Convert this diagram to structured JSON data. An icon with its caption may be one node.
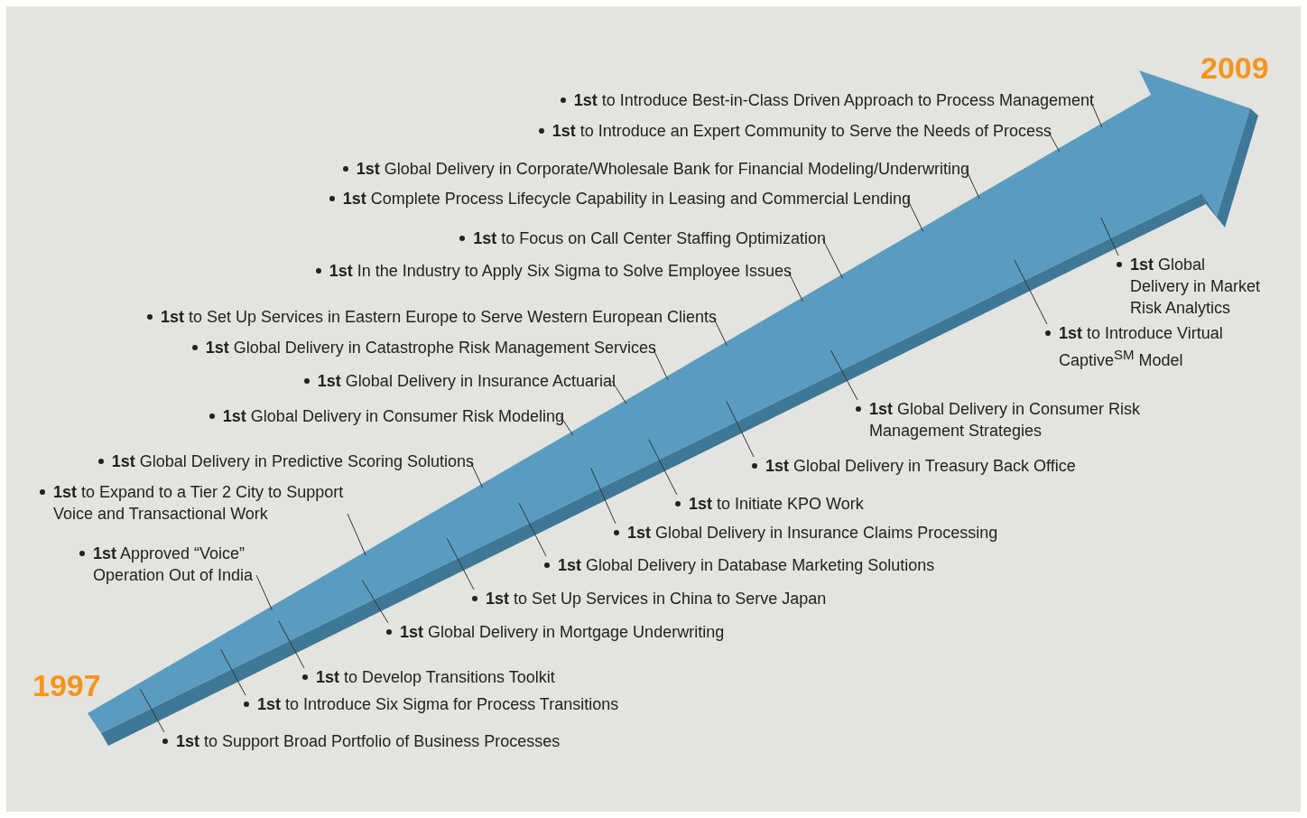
{
  "diagram": {
    "nodes": [
      {
        "text": [
          "**1st** to Introduce Best-in-Class Driven Approach to Process Management"
        ]
      },
      {
        "text": [
          "**1st** to Introduce an Expert Community to Serve the Needs of Process"
        ]
      },
      {
        "text": [
          "**1st** Global Delivery in Corporate/Wholesale Bank for Financial Modeling/Underwriting"
        ]
      },
      {
        "text": [
          "**1st** Complete Process Lifecycle Capability in Leasing and Commercial Lending"
        ]
      },
      {
        "text": [
          "**1st** to Focus on Call Center Staffing Optimization"
        ]
      },
      {
        "text": [
          "**1st** In the Industry to Apply Six Sigma to Solve Employee Issues"
        ]
      },
      {
        "text": [
          "**1st** to Set Up Services in Eastern Europe to Serve Western European Clients"
        ]
      },
      {
        "text": [
          "**1st** Global Delivery in Catastrophe Risk Management Services"
        ]
      },
      {
        "text": [
          "**1st** Global Delivery in Insurance Actuarial"
        ]
      },
      {
        "text": [
          "**1st** Global Delivery in Consumer Risk Modeling"
        ]
      },
      {
        "text": [
          "**1st** Global Delivery in Predictive Scoring Solutions"
        ]
      },
      {
        "text": [
          "**1st** to Expand to a Tier 2 City to Support Voice and Transactional Work"
        ]
      },
      {
        "text": [
          "**1st** Approved “Voice” Operation Out of India"
        ]
      },
      {
        "text": [
          "**1st** Global Delivery in Market Risk Analytics"
        ]
      },
      {
        "text": [
          "**1st** to Introduce Virtual Captive$^{SM}$ Model"
        ]
      },
      {
        "text": [
          "**1st** Global Delivery in Consumer Risk Management Strategies"
        ]
      },
      {
        "text": [
          "**1st** Global Delivery in Treasury Back Office"
        ]
      },
      {
        "text": [
          "**1st** to Initiate KPO Work"
        ]
      },
      {
        "text": [
          "**1st** Global Delivery in Insurance Claims Processing"
        ]
      },
      {
        "text": [
          "**1st** Global Delivery in Database Marketing Solutions"
        ]
      },
      {
        "text": [
          "**1st** to Set Up Services in China to Serve Japan"
        ]
      },
      {
        "text": [
          "**1st** Global Delivery in Mortgage Underwriting"
        ]
      },
      {
        "text": [
          "**1st** to Develop Transitions Toolkit"
        ]
      },
      {
        "text": [
          "**1st** to Introduce Six Sigma for Process Transitions"
        ]
      },
      {
        "text": [
          "**1st** to Support Broad Portfolio of Business Processes"
        ]
      },
      {
        "text": [],
        "shape": "arrow"
      }
    ],
    "edges": [
      {
        "from": 0,
        "to": 25,
        "arrow": "none"
      },
      {
        "from": 1,
        "to": 25,
        "arrow": "none"
      },
      {
        "from": 2,
        "to": 25,
        "arrow": "none"
      },
      {
        "from": 3,
        "to": 25,
        "arrow": "none"
      },
      {
        "from": 4,
        "to": 25,
        "arrow": "none"
      },
      {
        "from": 5,
        "to": 25,
        "arrow": "none"
      },
      {
        "from": 6,
        "to": 25,
        "arrow": "none"
      },
      {
        "from": 7,
        "to": 25,
        "arrow": "none"
      },
      {
        "from": 8,
        "to": 25,
        "arrow": "none"
      },
      {
        "from": 9,
        "to": 25,
        "arrow": "none"
      },
      {
        "from": 10,
        "to": 25,
        "arrow": "none"
      },
      {
        "from": 11,
        "to": 25,
        "arrow": "none"
      },
      {
        "from": 12,
        "to": 25,
        "arrow": "none"
      },
      {
        "from": 13,
        "to": 25,
        "arrow": "none"
      },
      {
        "from": 14,
        "to": 25,
        "arrow": "none"
      },
      {
        "from": 15,
        "to": 25,
        "arrow": "none"
      },
      {
        "from": 16,
        "to": 25,
        "arrow": "none"
      },
      {
        "from": 17,
        "to": 25,
        "arrow": "none"
      },
      {
        "from": 18,
        "to": 25,
        "arrow": "none"
      },
      {
        "from": 19,
        "to": 25,
        "arrow": "none"
      },
      {
        "from": 20,
        "to": 25,
        "arrow": "none"
      },
      {
        "from": 21,
        "to": 25,
        "arrow": "none"
      },
      {
        "from": 22,
        "to": 25,
        "arrow": "none"
      },
      {
        "from": 23,
        "to": 25,
        "arrow": "none"
      },
      {
        "from": 24,
        "to": 25,
        "arrow": "none"
      }
    ],
    "labels": [
      "2009",
      "1997"
    ]
  }
}
